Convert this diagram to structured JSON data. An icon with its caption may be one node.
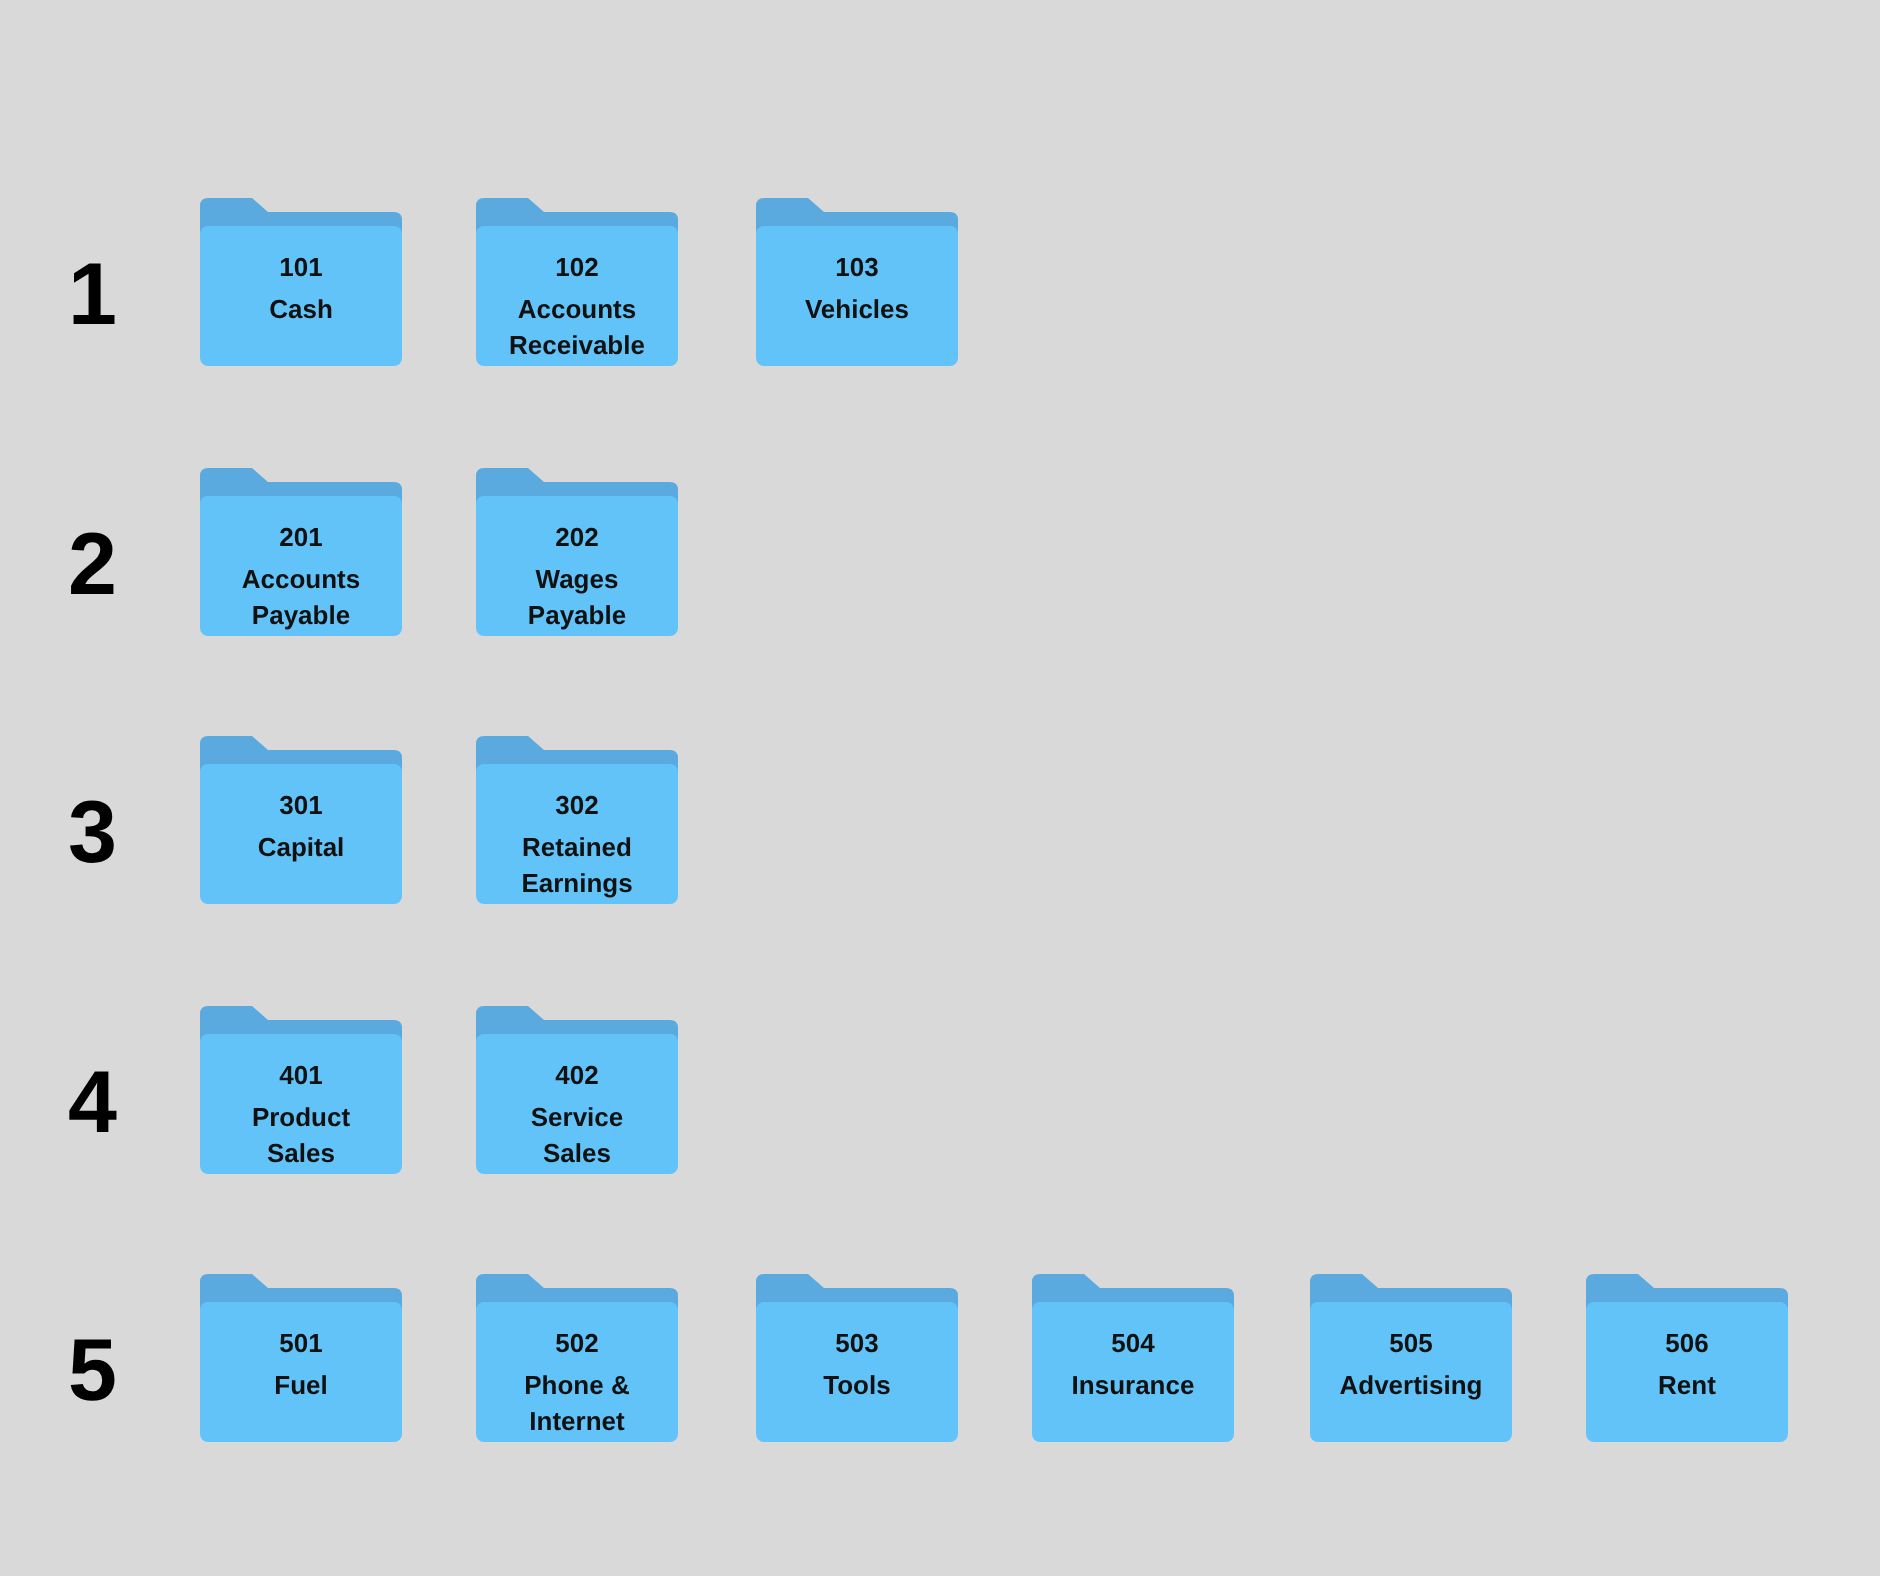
{
  "diagram": {
    "nodes": [
      {
        "text": [
          "101",
          "Cash"
        ]
      },
      {
        "text": [
          "102",
          "Accounts Receivable"
        ]
      },
      {
        "text": [
          "103",
          "Vehicles"
        ]
      },
      {
        "text": [
          "201",
          "Accounts Payable"
        ]
      },
      {
        "text": [
          "202",
          "Wages Payable"
        ]
      },
      {
        "text": [
          "301",
          "Capital"
        ]
      },
      {
        "text": [
          "302",
          "Retained Earnings"
        ]
      },
      {
        "text": [
          "401",
          "Product Sales"
        ]
      },
      {
        "text": [
          "402",
          "Service Sales"
        ]
      },
      {
        "text": [
          "501",
          "Fuel"
        ]
      },
      {
        "text": [
          "502",
          "Phone & Internet"
        ]
      },
      {
        "text": [
          "503",
          "Tools"
        ]
      },
      {
        "text": [
          "504",
          "Insurance"
        ]
      },
      {
        "text": [
          "505",
          "Advertising"
        ]
      },
      {
        "text": [
          "506",
          "Rent"
        ]
      }
    ],
    "edges": [],
    "labels": [
      "1",
      "2",
      "3",
      "4",
      "5"
    ]
  }
}
